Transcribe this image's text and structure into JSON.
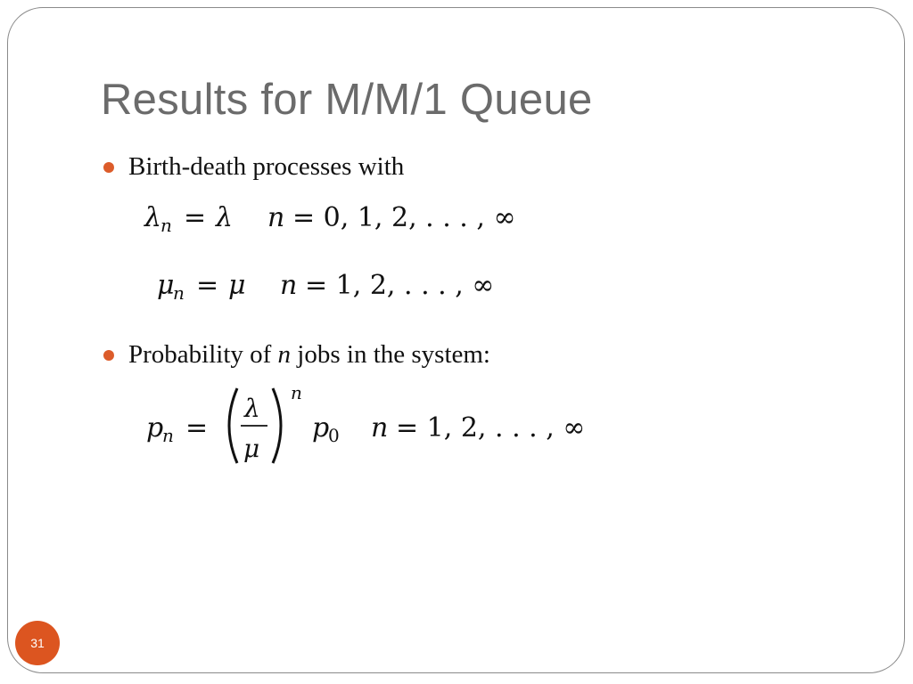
{
  "slide": {
    "title": "Results for M/M/1 Queue",
    "page_number": "31",
    "colors": {
      "accent": "#dc5520",
      "title": "#6b6b6b",
      "frame": "#8a8a8a"
    }
  },
  "bullets": [
    {
      "text": "Birth-death processes with"
    },
    {
      "text_before": "Probability of ",
      "text_italic": "n",
      "text_after": " jobs in the system:"
    }
  ],
  "equations": {
    "lambda_n": {
      "lhs": "λn = λ",
      "range": "n = 0, 1, 2, . . . , ∞"
    },
    "mu_n": {
      "lhs": "μn = μ",
      "range": "n = 1, 2, . . . , ∞"
    },
    "p_n": {
      "expression": "pn = (λ/μ)^n p0",
      "range": "n = 1, 2, . . . , ∞"
    }
  }
}
